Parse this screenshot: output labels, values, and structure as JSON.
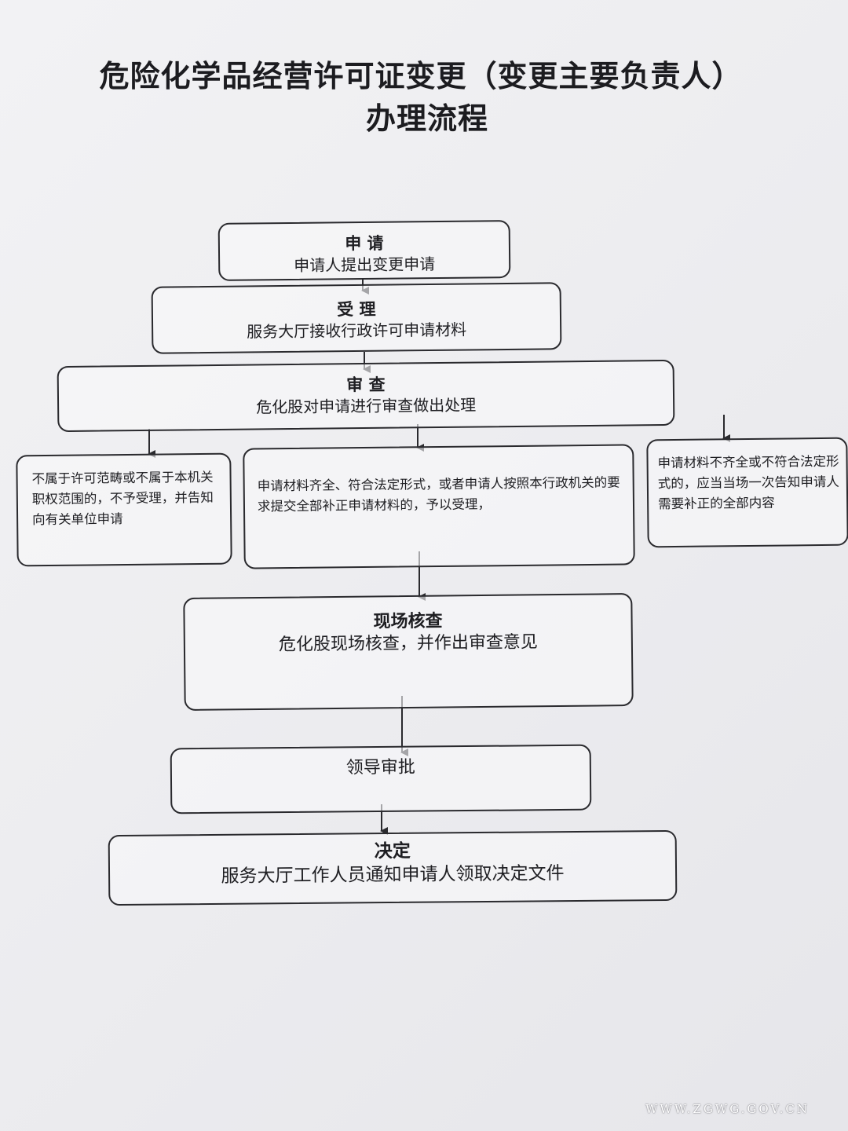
{
  "title": {
    "line1": "危险化学品经营许可证变更（变更主要负责人）",
    "line2": "办理流程"
  },
  "steps": {
    "apply": {
      "head": "申  请",
      "body": "申请人提出变更申请"
    },
    "accept": {
      "head": "受  理",
      "body": "服务大厅接收行政许可申请材料"
    },
    "review": {
      "head": "审  查",
      "body": "危化股对申请进行审查做出处理"
    },
    "reject": {
      "body": "不属于许可范畴或不属于本机关职权范围的，不予受理，并告知向有关单位申请"
    },
    "accepted": {
      "body": "申请材料齐全、符合法定形式，或者申请人按照本行政机关的要求提交全部补正申请材料的，予以受理，"
    },
    "correct": {
      "body": "申请材料不齐全或不符合法定形式的，应当当场一次告知申请人需要补正的全部内容"
    },
    "onsite": {
      "head": "现场核查",
      "body": "危化股现场核查，并作出审查意见"
    },
    "leader": {
      "head": "领导审批"
    },
    "decide": {
      "head": "决定",
      "body": "服务大厅工作人员通知申请人领取决定文件"
    }
  },
  "watermark": "WWW.ZGWG.GOV.CN",
  "colors": {
    "line": "#2a2a2e",
    "paper": "#efeff2"
  }
}
